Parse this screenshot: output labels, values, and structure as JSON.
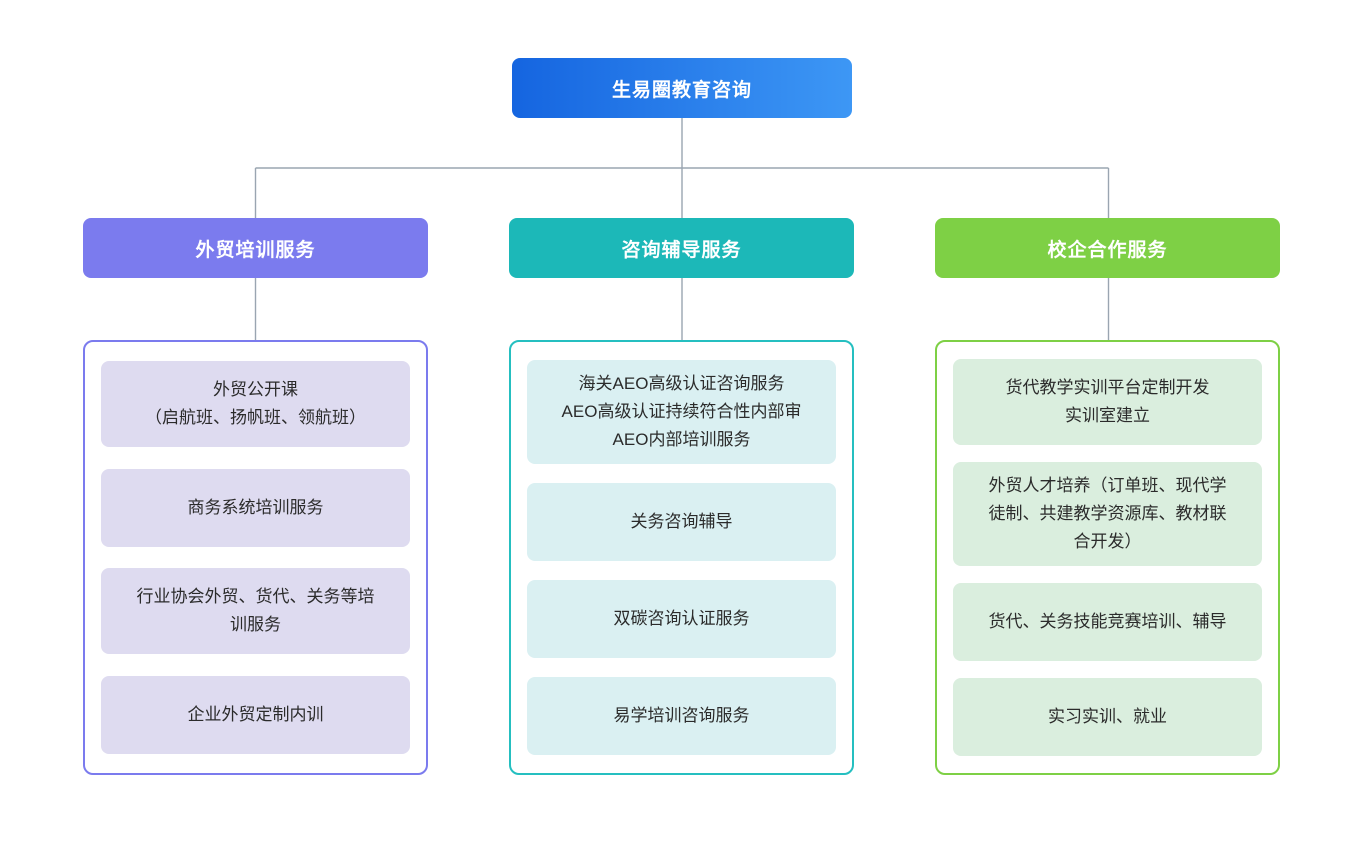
{
  "diagram": {
    "title_node": {
      "label": "生易圈教育咨询",
      "gradient_from": "#1565e0",
      "gradient_to": "#3d97f5"
    },
    "connector_color": "#9aa5b1",
    "branches": [
      {
        "header": "外贸培训服务",
        "header_color": "#7b7bee",
        "border_color": "#7b7bee",
        "leaf_bg": "#dedbf0",
        "items": [
          "外贸公开课\n（启航班、扬帆班、领航班）",
          "商务系统培训服务",
          "行业协会外贸、货代、关务等培\n训服务",
          "企业外贸定制内训"
        ]
      },
      {
        "header": "咨询辅导服务",
        "header_color": "#1cb8b8",
        "border_color": "#25bfc0",
        "leaf_bg": "#daf0f2",
        "items": [
          "海关AEO高级认证咨询服务\nAEO高级认证持续符合性内部审\nAEO内部培训服务",
          "关务咨询辅导",
          "双碳咨询认证服务",
          "易学培训咨询服务"
        ]
      },
      {
        "header": "校企合作服务",
        "header_color": "#7ed045",
        "border_color": "#7ed045",
        "leaf_bg": "#daeede",
        "items": [
          "货代教学实训平台定制开发\n实训室建立",
          "外贸人才培养（订单班、现代学\n徒制、共建教学资源库、教材联\n合开发）",
          "货代、关务技能竞赛培训、辅导",
          "实习实训、就业"
        ]
      }
    ]
  }
}
